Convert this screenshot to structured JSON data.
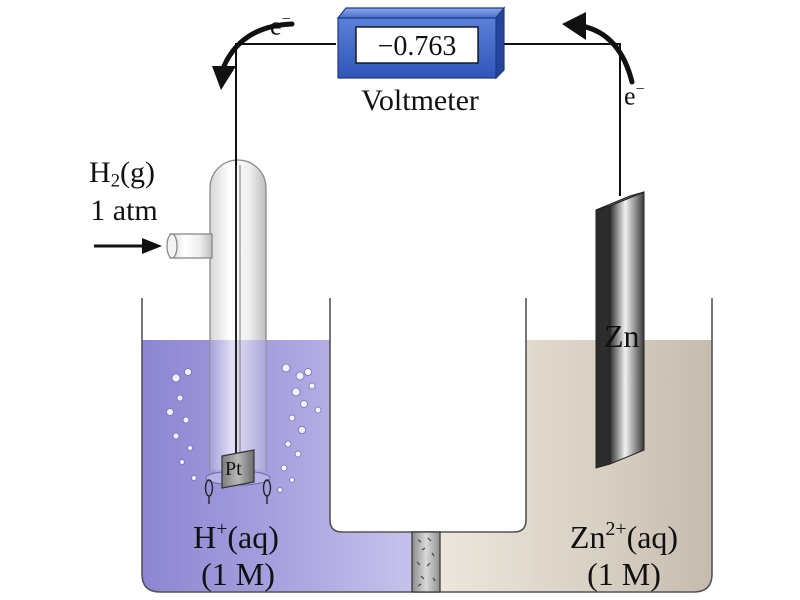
{
  "voltmeter": {
    "reading": "−0.763",
    "label": "Voltmeter"
  },
  "electron_flow": {
    "left_label": {
      "base": "e",
      "sup": "−"
    },
    "right_label": {
      "base": "e",
      "sup": "−"
    }
  },
  "gas_inlet": {
    "formula": {
      "base": "H",
      "sub": "2",
      "tail": "(g)"
    },
    "pressure": "1 atm"
  },
  "left_cell": {
    "electrode_label": "Pt",
    "solution": {
      "base": "H",
      "sup": "+",
      "tail": "(aq)"
    },
    "concentration": "(1 M)",
    "solution_color": "#9a92d8"
  },
  "right_cell": {
    "electrode_label": "Zn",
    "solution": {
      "base": "Zn",
      "sup": "2+",
      "tail": "(aq)"
    },
    "concentration": "(1 M)",
    "solution_color": "#d8cfc4"
  },
  "colors": {
    "voltmeter_body": "#3a64c8",
    "wire": "#111111"
  }
}
